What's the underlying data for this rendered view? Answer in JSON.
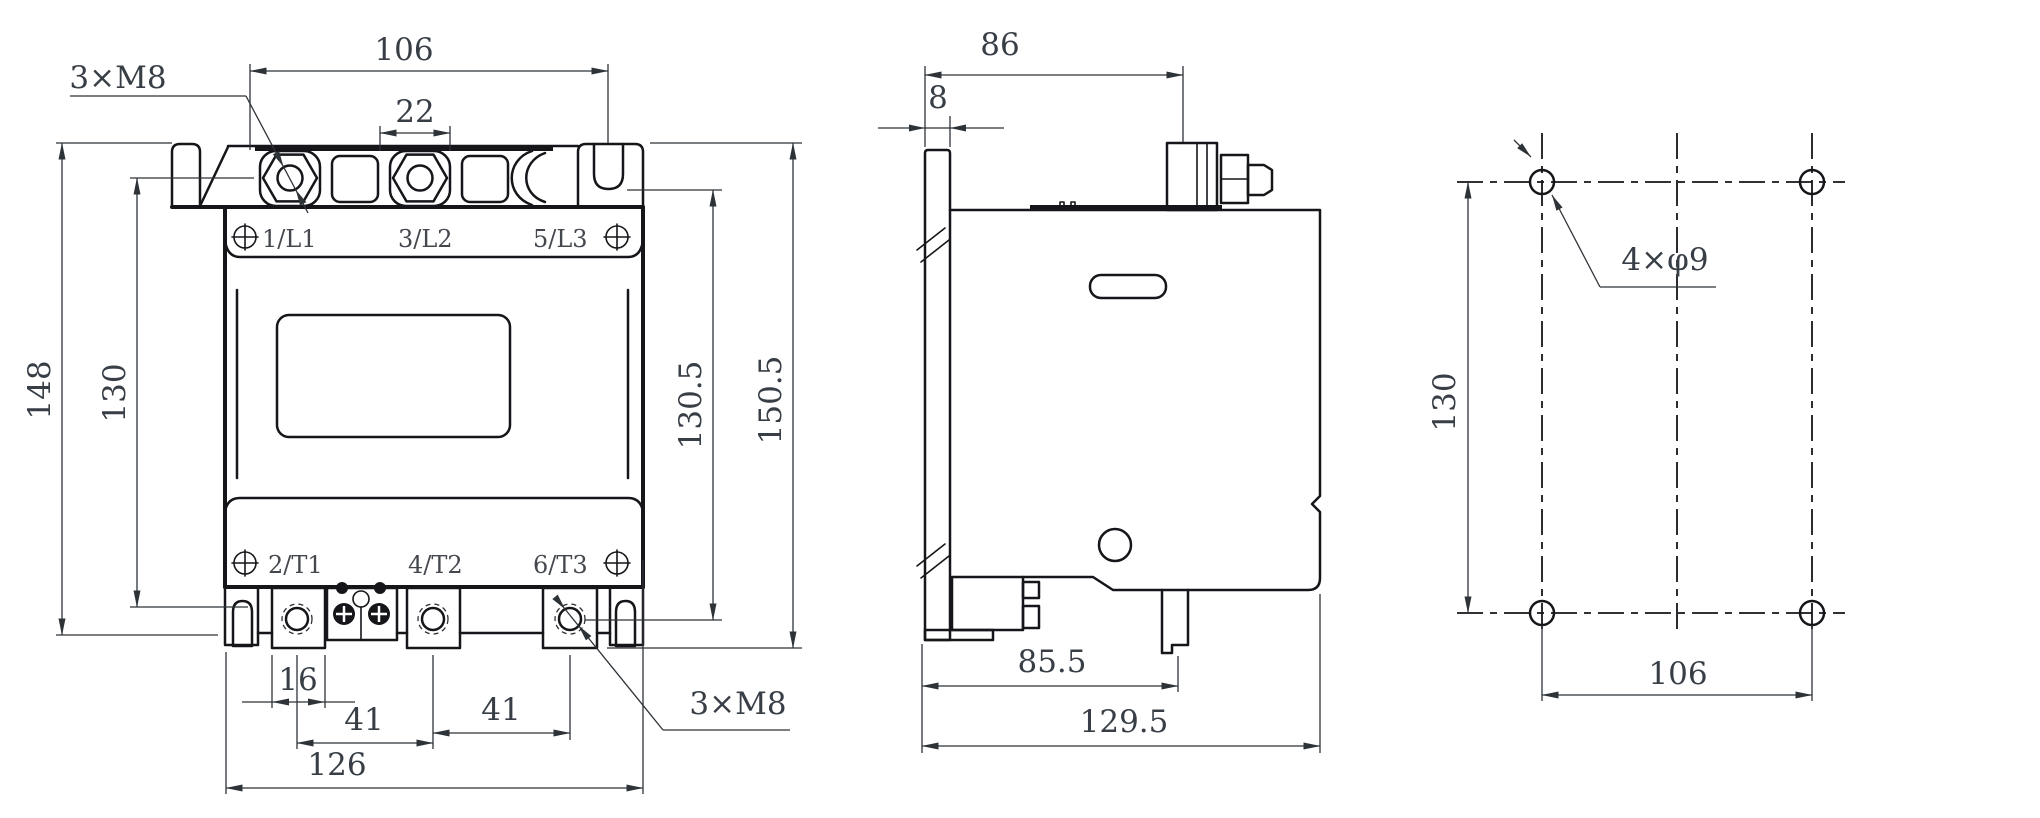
{
  "front": {
    "thread_callout_top": "3×M8",
    "thread_callout_bottom": "3×M8",
    "terminals_top": [
      "1/L1",
      "3/L2",
      "5/L3"
    ],
    "terminals_bottom": [
      "2/T1",
      "4/T2",
      "6/T3"
    ],
    "dim_top_width": "106",
    "dim_terminal_width": "22",
    "dim_height_overall": "148",
    "dim_height_centers": "130",
    "dim_height_inner_right": "130.5",
    "dim_height_overall_right": "150.5",
    "dim_tab": "16",
    "dim_pitch_a": "41",
    "dim_pitch_b": "41",
    "dim_bottom_width": "126"
  },
  "side": {
    "dim_depth_top": "86",
    "dim_plate_thickness": "8",
    "dim_depth_lower": "85.5",
    "dim_depth_overall": "129.5"
  },
  "mount": {
    "hole_callout": "4×φ9",
    "dim_vertical": "130",
    "dim_horizontal": "106"
  }
}
